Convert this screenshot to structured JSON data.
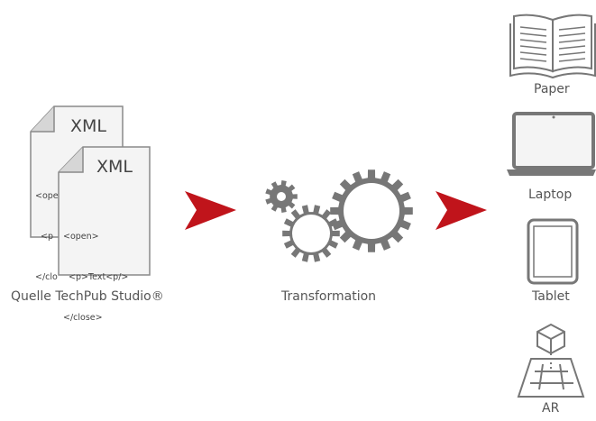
{
  "source": {
    "doc_back": {
      "title": "XML",
      "lines": [
        "<ope",
        "  <p",
        "</clo"
      ]
    },
    "doc_front": {
      "title": "XML",
      "lines": [
        "<open>",
        "  <p>Text<p/>",
        "</close>"
      ]
    },
    "caption": "Quelle TechPub Studio®"
  },
  "process": {
    "caption": "Transformation"
  },
  "outputs": [
    {
      "label": "Paper",
      "icon": "book-icon"
    },
    {
      "label": "Laptop",
      "icon": "laptop-icon"
    },
    {
      "label": "Tablet",
      "icon": "tablet-icon"
    },
    {
      "label": "AR",
      "icon": "ar-icon"
    }
  ],
  "colors": {
    "arrow": "#c0141b",
    "icon_gray": "#777777",
    "doc_fill": "#f4f4f4",
    "doc_stroke": "#8a8a8a"
  }
}
